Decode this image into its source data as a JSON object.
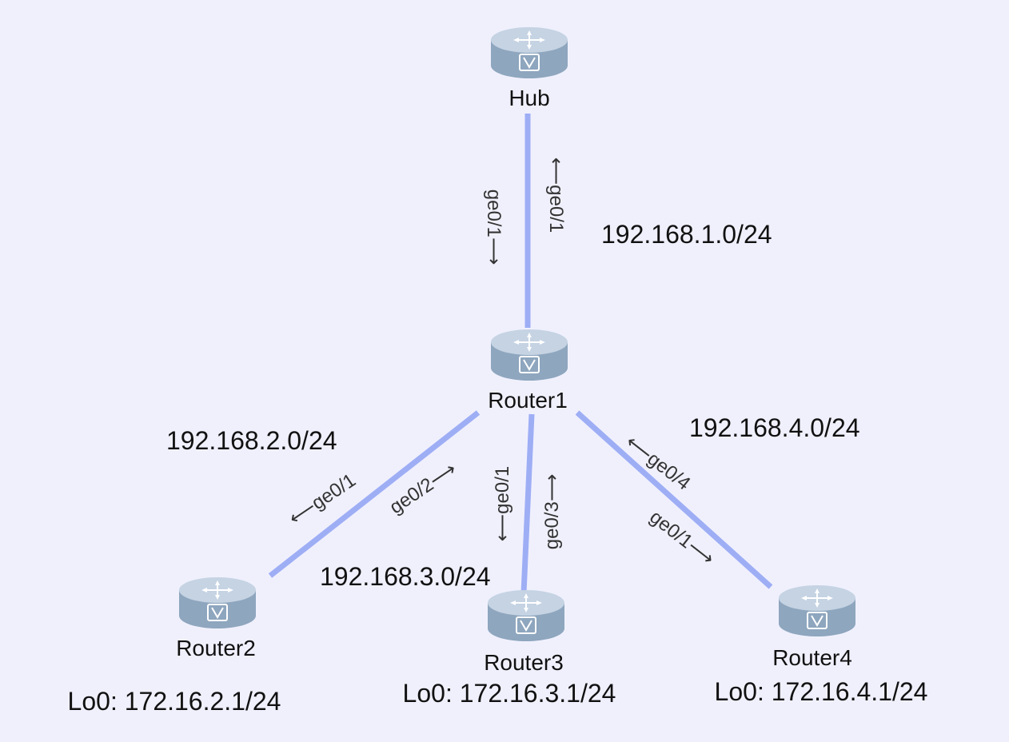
{
  "colors": {
    "background": "#f0f0fd",
    "link": "#9eaef5",
    "router_body": "#8fa7bf",
    "router_top": "#c3d2e2"
  },
  "icons": {
    "router": "router-icon"
  },
  "nodes": {
    "hub": {
      "label": "Hub"
    },
    "router1": {
      "label": "Router1"
    },
    "router2": {
      "label": "Router2",
      "loopback": "Lo0: 172.16.2.1/24"
    },
    "router3": {
      "label": "Router3",
      "loopback": "Lo0: 172.16.3.1/24"
    },
    "router4": {
      "label": "Router4",
      "loopback": "Lo0: 172.16.4.1/24"
    }
  },
  "links": {
    "hub_r1": {
      "network": "192.168.1.0/24",
      "if_a": "ge0/1",
      "if_b": "ge0/1"
    },
    "r1_r2": {
      "network": "192.168.2.0/24",
      "if_r1": "ge0/2",
      "if_peer": "ge0/1"
    },
    "r1_r3": {
      "network": "192.168.3.0/24",
      "if_r1": "ge0/3",
      "if_peer": "ge0/1"
    },
    "r1_r4": {
      "network": "192.168.4.0/24",
      "if_r1": "ge0/4",
      "if_peer": "ge0/1"
    }
  }
}
